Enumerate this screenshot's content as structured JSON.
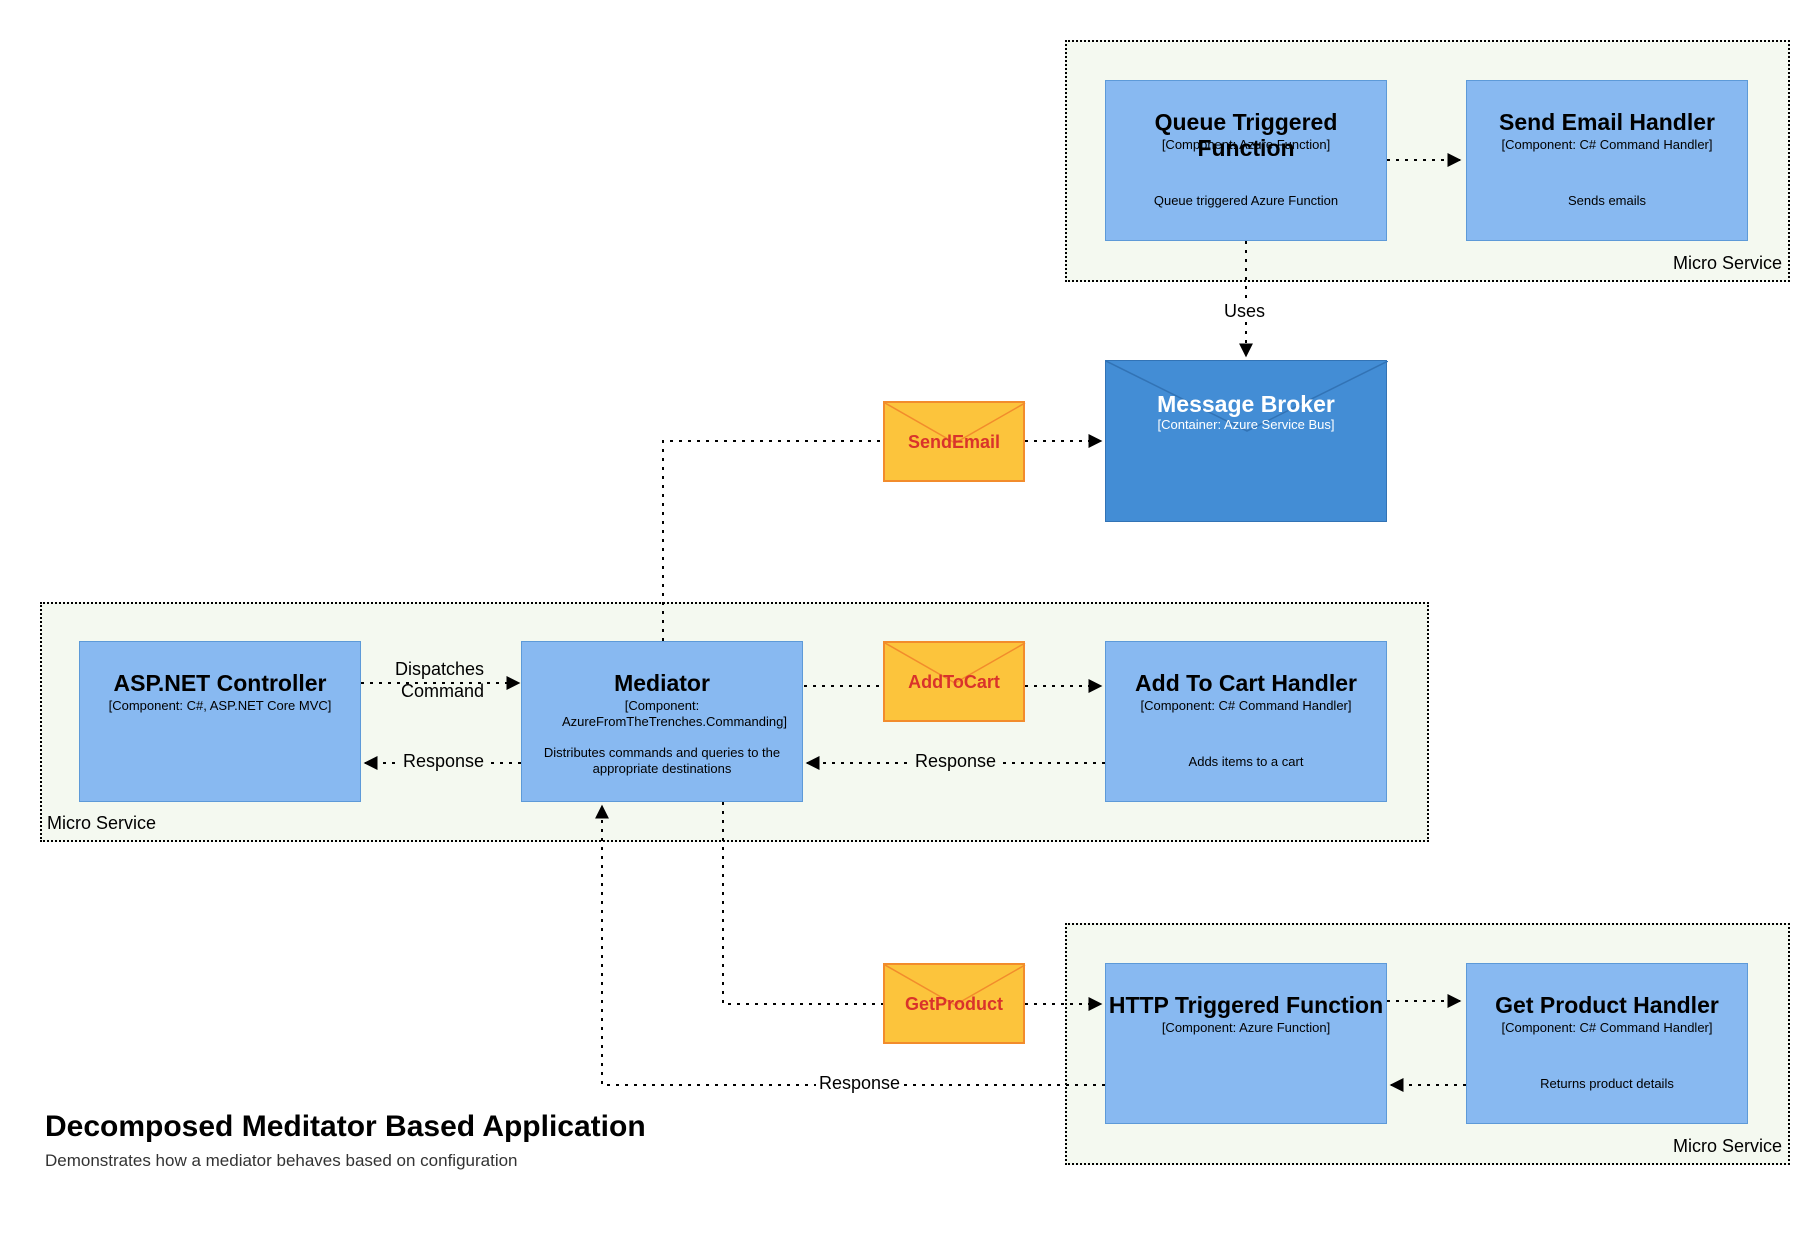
{
  "title": "Decomposed Meditator Based Application",
  "subtitle": "Demonstrates how a mediator behaves based on configuration",
  "boundary_label": "Micro Service",
  "components": {
    "queue_fn": {
      "title": "Queue Triggered Function",
      "tech": "[Component: Azure Function]",
      "desc": "Queue triggered Azure Function"
    },
    "send_email": {
      "title": "Send Email Handler",
      "tech": "[Component: C# Command Handler]",
      "desc": "Sends emails"
    },
    "broker": {
      "title": "Message Broker",
      "tech": "[Container: Azure Service Bus]"
    },
    "controller": {
      "title": "ASP.NET Controller",
      "tech": "[Component: C#, ASP.NET Core MVC]"
    },
    "mediator": {
      "title": "Mediator",
      "tech": "[Component: AzureFromTheTrenches.Commanding]",
      "desc": "Distributes commands and queries to the appropriate destinations"
    },
    "add_to_cart": {
      "title": "Add To Cart Handler",
      "tech": "[Component: C# Command Handler]",
      "desc": "Adds items to a cart"
    },
    "http_fn": {
      "title": "HTTP Triggered Function",
      "tech": "[Component: Azure Function]"
    },
    "get_product": {
      "title": "Get Product Handler",
      "tech": "[Component: C# Command Handler]",
      "desc": "Returns product details"
    }
  },
  "messages": {
    "send_email": "SendEmail",
    "add_to_cart": "AddToCart",
    "get_product": "GetProduct"
  },
  "edge_labels": {
    "uses": "Uses",
    "dispatches": "Dispatches",
    "command": "Command",
    "response": "Response"
  },
  "colors": {
    "component": "#88b9f1",
    "container": "#438dd5",
    "message": "#fcc43c",
    "message_border": "#f28c2c",
    "message_text": "#d9332b",
    "boundary_bg": "#f4f9f0"
  }
}
